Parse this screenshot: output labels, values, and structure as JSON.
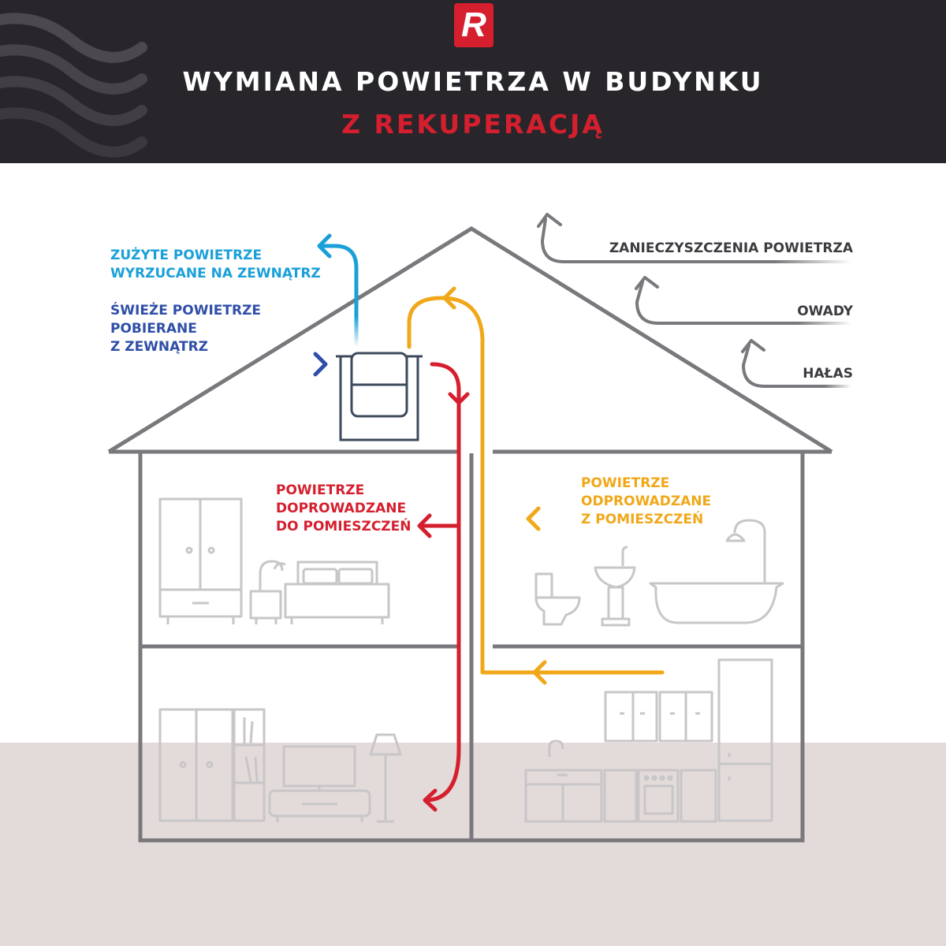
{
  "header": {
    "logo": "R",
    "title_line1": "WYMIANA POWIETRZA W BUDYNKU",
    "title_line2": "Z REKUPERACJĄ"
  },
  "labels": {
    "exhaust_out": "ZUŻYTE POWIETRZE\nWYRZUCANE NA ZEWNĄTRZ",
    "fresh_in": "ŚWIEŻE POWIETRZE\nPOBIERANE\nZ ZEWNĄTRZ",
    "supply": "POWIETRZE\nDOPROWADZANE\nDO POMIESZCZEŃ",
    "extract": "POWIETRZE\nODPROWADZANE\nZ POMIESZCZEŃ",
    "pollution": "ZANIECZYSZCZENIA POWIETRZA",
    "insects": "OWADY",
    "noise": "HAŁAS"
  },
  "colors": {
    "header_bg": "#28262b",
    "brand_red": "#d51f2e",
    "exhaust_blue": "#1aa0d8",
    "fresh_blue": "#2f4ea8",
    "extract_orange": "#f0a81a",
    "outline_gray": "#7a787c",
    "furniture_gray": "#c8c6c8",
    "ground": "#e3dbda"
  }
}
